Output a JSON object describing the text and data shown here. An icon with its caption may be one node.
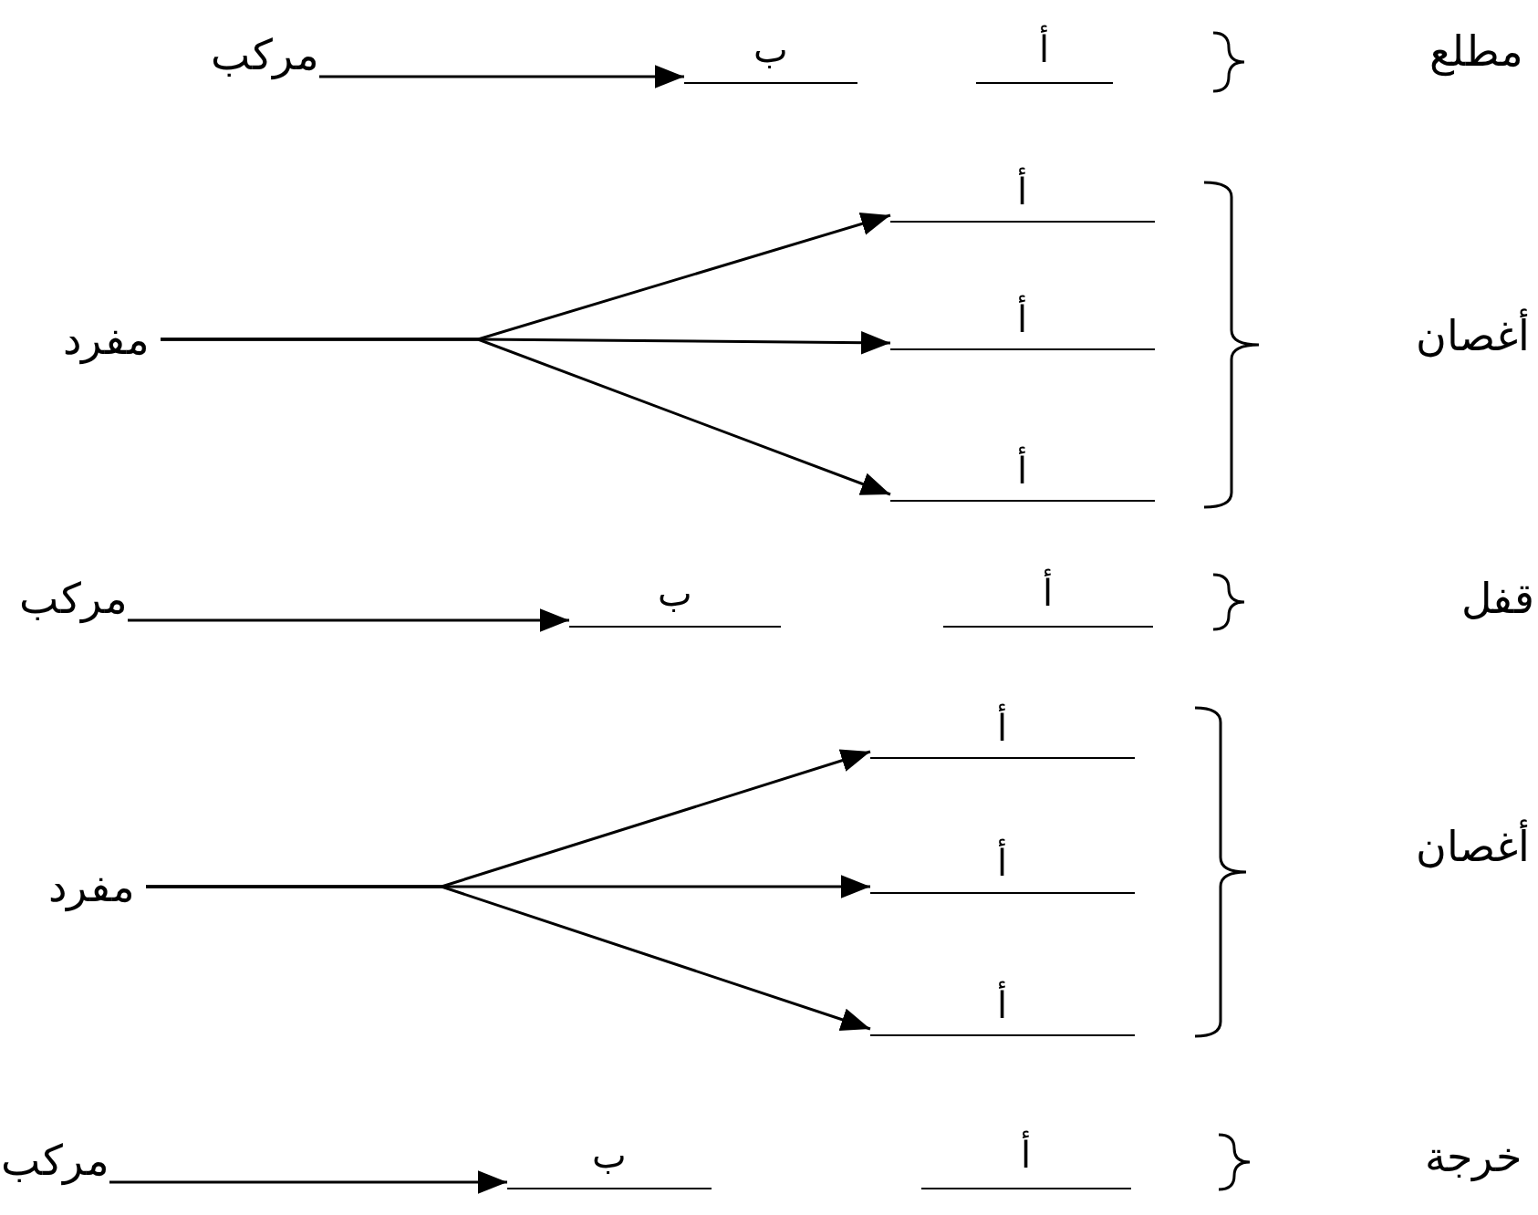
{
  "diagram": {
    "nodes": [
      {
        "text": [
          "مركب"
        ]
      },
      {
        "text": [
          "ب"
        ]
      },
      {
        "text": [
          "مفرد"
        ]
      },
      {
        "text": [
          "أ"
        ]
      },
      {
        "text": [
          "أ"
        ]
      },
      {
        "text": [
          "أ"
        ]
      },
      {
        "text": [
          "مركب"
        ]
      },
      {
        "text": [
          "ب"
        ]
      },
      {
        "text": [
          "مفرد"
        ]
      },
      {
        "text": [
          "أ"
        ]
      },
      {
        "text": [
          "أ"
        ]
      },
      {
        "text": [
          "أ"
        ]
      },
      {
        "text": [
          "مركب"
        ]
      },
      {
        "text": [
          "ب"
        ]
      }
    ],
    "edges": [
      {
        "from": 0,
        "to": 1,
        "arrow": "to"
      },
      {
        "from": 2,
        "to": 3,
        "arrow": "to"
      },
      {
        "from": 2,
        "to": 4,
        "arrow": "to"
      },
      {
        "from": 2,
        "to": 5,
        "arrow": "to"
      },
      {
        "from": 6,
        "to": 7,
        "arrow": "to"
      },
      {
        "from": 8,
        "to": 9,
        "arrow": "to"
      },
      {
        "from": 8,
        "to": 10,
        "arrow": "to"
      },
      {
        "from": 8,
        "to": 11,
        "arrow": "to"
      },
      {
        "from": 12,
        "to": 13,
        "arrow": "to"
      }
    ],
    "labels": [
      "مطلع",
      "أ",
      "أغصان",
      "قفل",
      "أ",
      "أغصان",
      "خرجة",
      "أ"
    ]
  }
}
